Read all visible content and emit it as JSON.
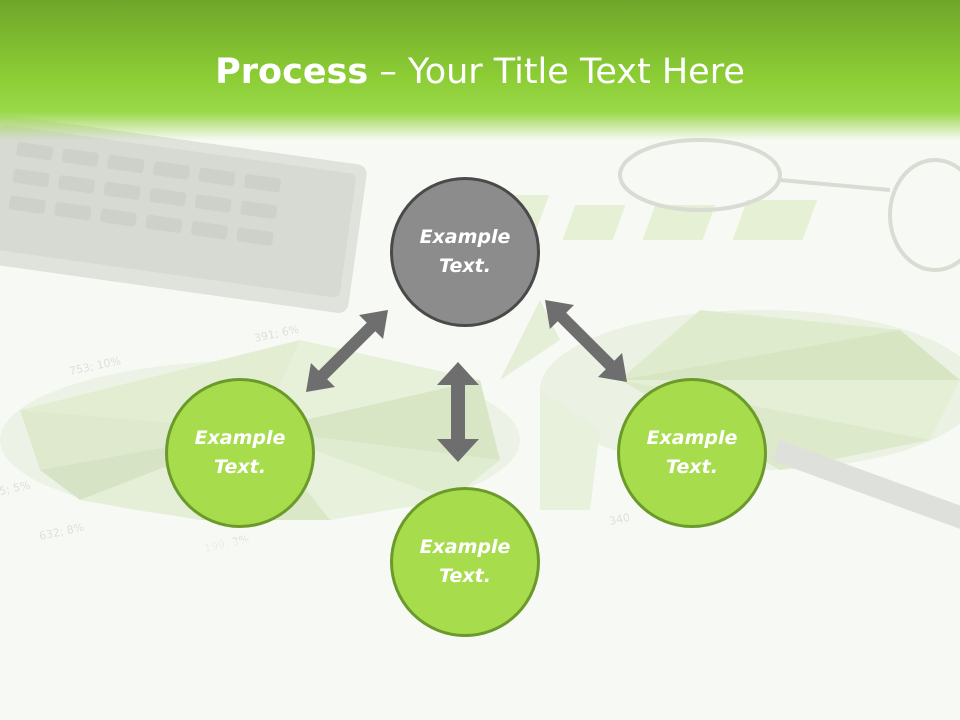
{
  "slide": {
    "title_bold": "Process",
    "title_rest": " – Your Title Text Here"
  },
  "nodes": {
    "top": {
      "text": "Example Text."
    },
    "left": {
      "text": "Example Text."
    },
    "right": {
      "text": "Example Text."
    },
    "bottom": {
      "text": "Example Text."
    }
  },
  "colors": {
    "header_green": "#8ccd35",
    "node_green": "#a7dc4d",
    "node_green_border": "#6b9a2b",
    "node_gray": "#8c8c8c",
    "node_gray_border": "#4a4a4a",
    "arrow_gray": "#6e6e6e"
  }
}
